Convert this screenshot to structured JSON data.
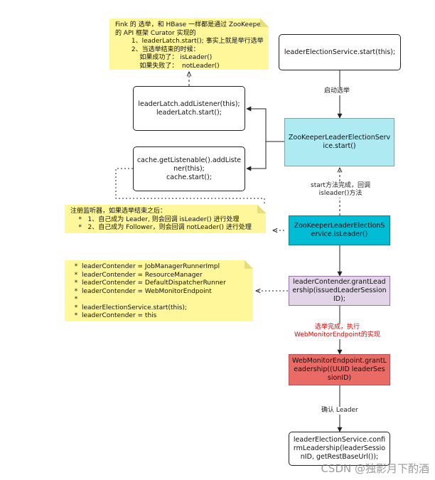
{
  "boxes": {
    "start": "leaderElectionService.start(this);",
    "zk_start": "ZooKeeperLeaderElectionService.start()",
    "latch": "leaderLatch.addListener(this);\nleaderLatch.start();",
    "cache": "cache.getListenable().addListener(this);\ncache.start();",
    "is_leader": "ZooKeeperLeaderElectionService.isLeader()",
    "grant": "leaderContender.grantLeadership(issuedLeaderSessionID);",
    "webmonitor": "WebMonitorEndpoint.grantLeadership((UUID leaderSessionID)",
    "confirm": "leaderElectionService.confirmLeadership(leaderSessionID, getRestBaseUrl());"
  },
  "notes": {
    "curator": "Fink 的 选举，和 HBase 一样都是通过 ZooKeeper\n的 API 框架 Curator 实现的\n        1、leaderLatch.start(); 事实上就是举行选举\n        2、当选举结束的时候：\n            如果成功了： isLeader()\n            如果失败了：  notLeader()",
    "listener": "注册监听器，如果选举结束之后：\n    *   1、自己成为 Leader, 则会回调 isLeader() 进行处理\n    *   2、自己成为 Follower，则会回调 notLeader() 进行处理",
    "contender": "  *  leaderContender = JobManagerRunnerImpl\n  *  leaderContender = ResourceManager\n  *  leaderContender = DefaultDispatcherRunner\n  *  leaderContender = WebMonitorEndpoint\n  *\n  *  leaderElectionService.start(this);\n  *  leaderContender = this"
  },
  "labels": {
    "start_election": "启动选举",
    "callback": "start方法完成，回调\nisleader()方法",
    "done": "选举完成，执行\nWebMonitorEndpoint的实现",
    "confirm": "确认 Leader"
  },
  "colors": {
    "cyan_light": "#aeeaf2",
    "cyan": "#00bcd4",
    "purple": "#e1d5e7",
    "red": "#ea6b66",
    "note": "#fff79a"
  },
  "watermark": "CSDN @独影月下酌酒"
}
